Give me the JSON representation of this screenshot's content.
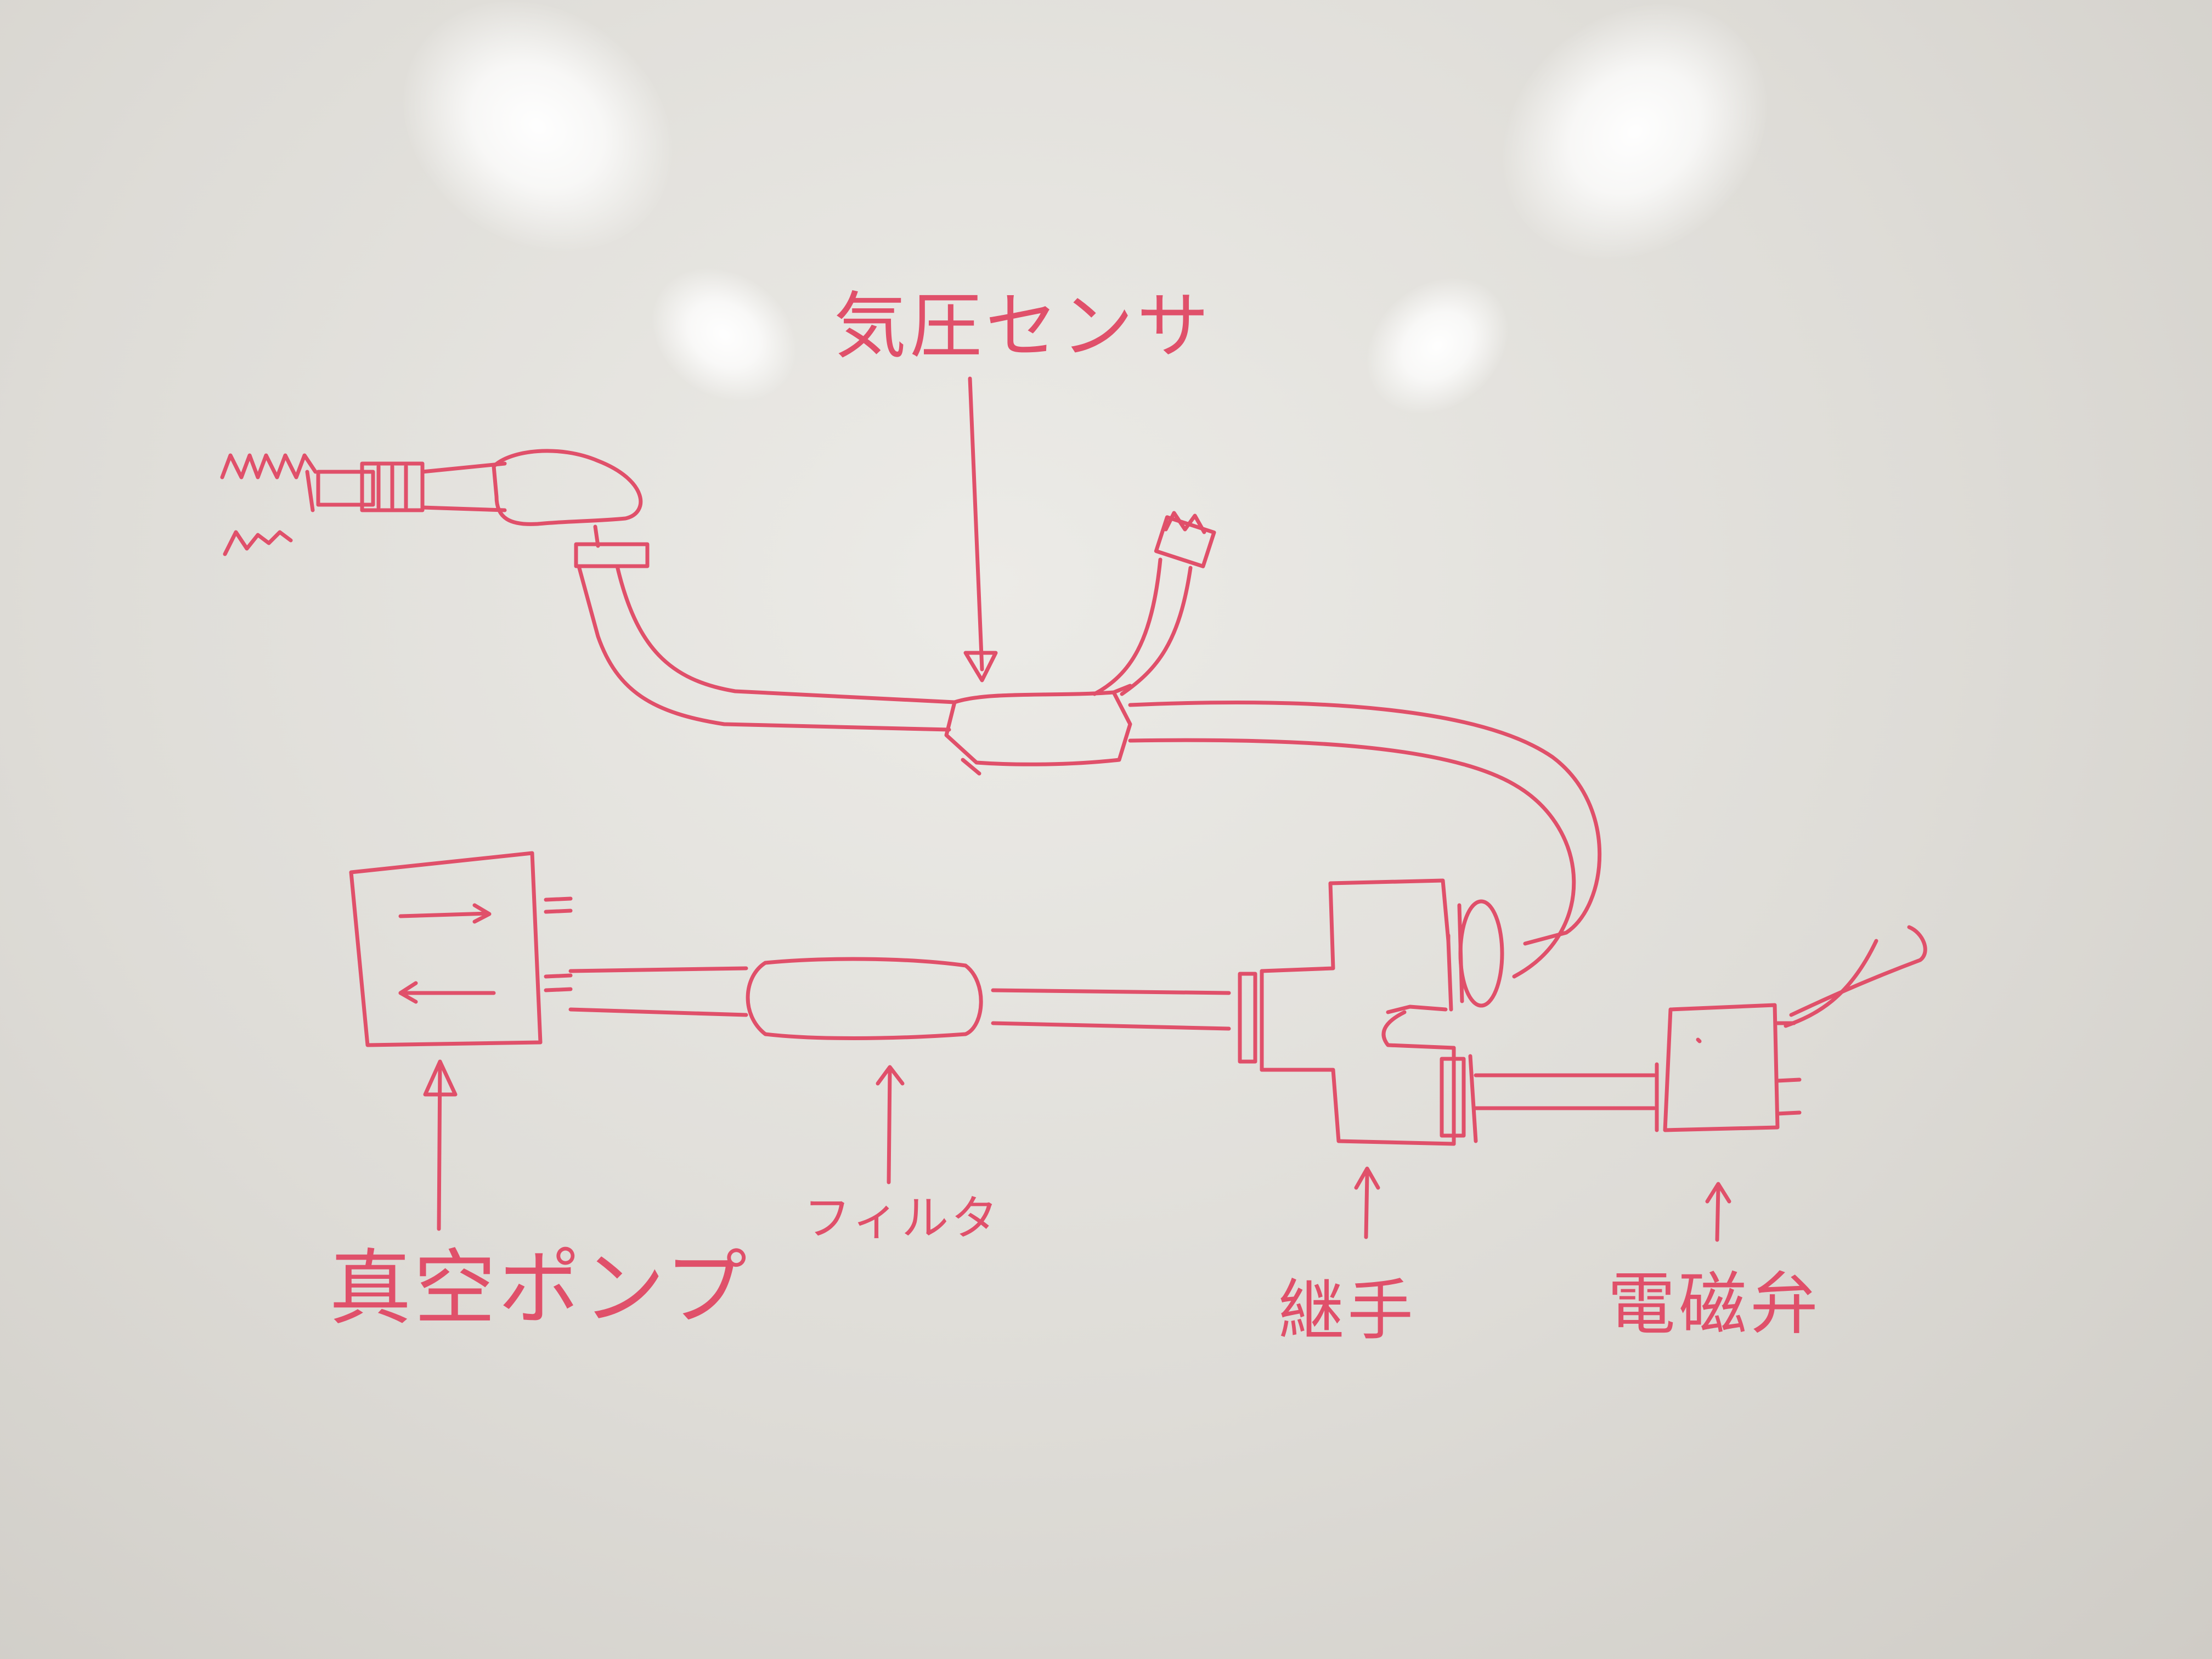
{
  "diagram": {
    "ink_color": "#e0506a",
    "board_color": "#e6e5e1",
    "labels": {
      "pressure_sensor": "気圧センサ",
      "vacuum_pump": "真空ポンプ",
      "filter": "フィルタ",
      "joint": "継手",
      "solenoid_valve": "電磁弁"
    }
  }
}
